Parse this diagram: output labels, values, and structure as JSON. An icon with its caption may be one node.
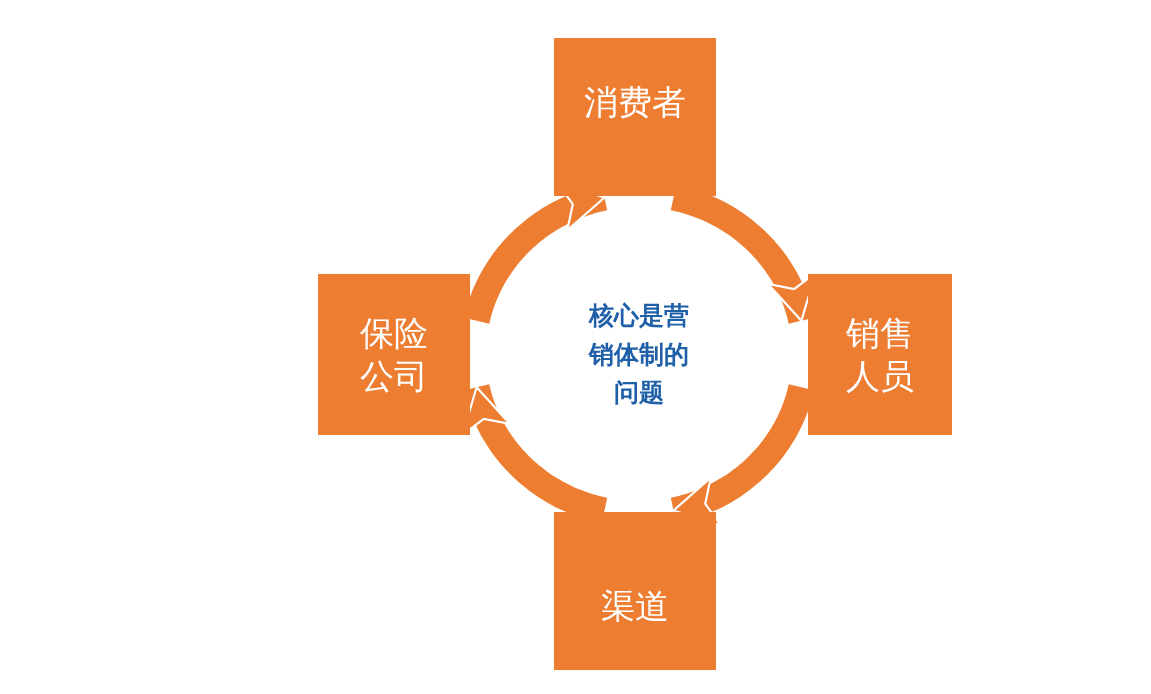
{
  "diagram": {
    "nodes": [
      {
        "text": [
          "消费者"
        ]
      },
      {
        "text": [
          "保险公司"
        ]
      },
      {
        "text": [
          "核心是营销体制的问题"
        ]
      },
      {
        "text": [
          "销售人员"
        ]
      },
      {
        "text": [
          "渠道"
        ]
      }
    ],
    "edges": [
      {
        "from": 1,
        "to": 0,
        "arrow": "to"
      },
      {
        "from": 0,
        "to": 3,
        "arrow": "to"
      },
      {
        "from": 3,
        "to": 4,
        "arrow": "to"
      },
      {
        "from": 4,
        "to": 1,
        "arrow": "to"
      }
    ]
  }
}
